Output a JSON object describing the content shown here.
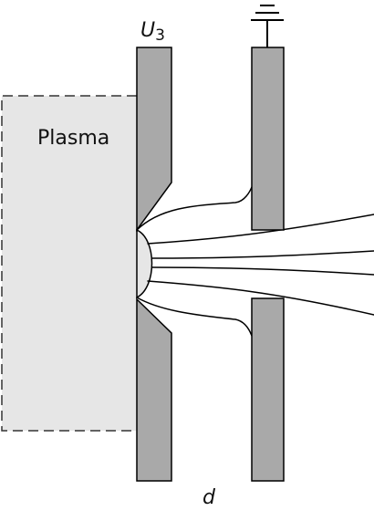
{
  "labels": {
    "plasma": "Plasma",
    "voltage_main": "U",
    "voltage_sub": "3",
    "gap": "d"
  },
  "colors": {
    "plasma_fill": "#e6e6e6",
    "electrode_fill": "#a9a9a9",
    "stroke": "#000000",
    "dash": "#333333"
  },
  "icons": {
    "ground": "ground-icon"
  }
}
